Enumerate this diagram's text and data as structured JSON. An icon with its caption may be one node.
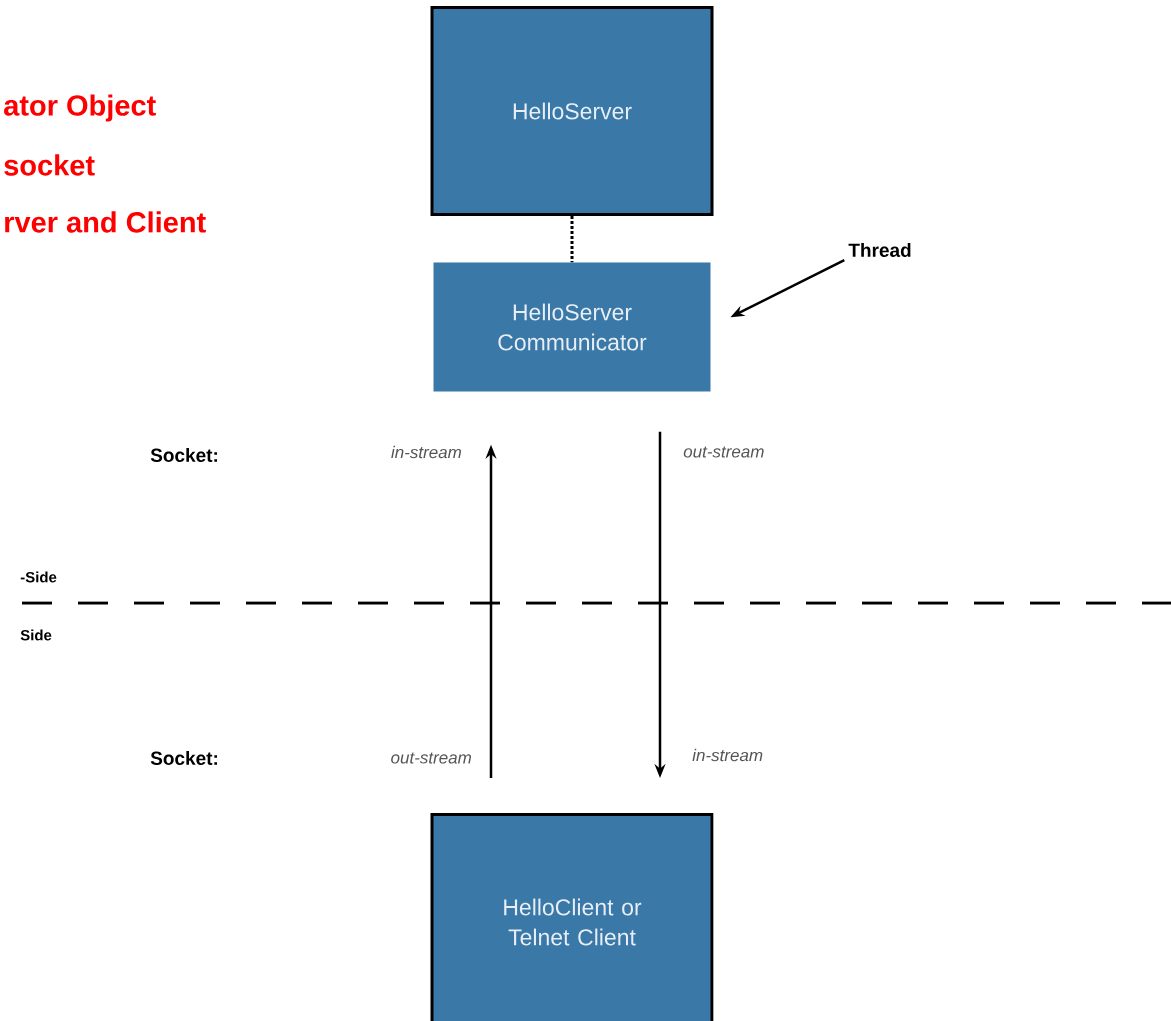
{
  "diagram": {
    "nodes": [
      {
        "text": [
          "HelloServer"
        ]
      },
      {
        "text": [
          "HelloServer Communicator"
        ]
      },
      {
        "text": [
          "HelloClient or Telnet Client"
        ]
      },
      {
        "text": [
          "Thread"
        ]
      }
    ],
    "edges": [
      {
        "from": 0,
        "to": 1,
        "arrow": "none",
        "style": "dashed"
      },
      {
        "from": 3,
        "to": 1,
        "arrow": "to"
      },
      {
        "from": 2,
        "to": 1,
        "arrow": "to"
      },
      {
        "from": 1,
        "to": 2,
        "arrow": "to"
      }
    ],
    "labels": [
      "ator Object",
      "socket",
      "rver and Client",
      "Socket:",
      "in-stream",
      "out-stream",
      "-Side",
      "Side",
      "Socket:",
      "out-stream",
      "in-stream"
    ]
  }
}
